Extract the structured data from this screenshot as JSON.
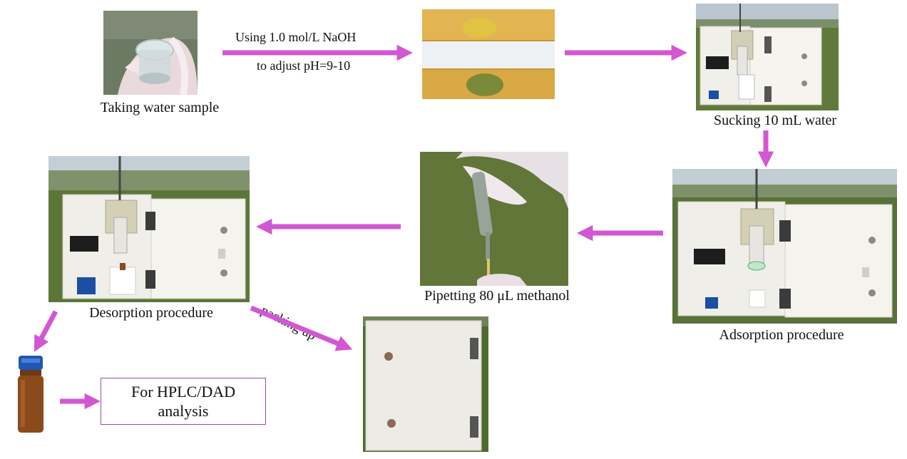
{
  "steps": {
    "taking_water_sample": "Taking water sample",
    "sucking_water": "Sucking 10 mL water",
    "adsorption": "Adsorption procedure",
    "pipetting_methanol": "Pipetting 80 μL methanol",
    "desorption": "Desorption procedure"
  },
  "arrow_notes": {
    "naoh_line1": "Using 1.0 mol/L NaOH",
    "naoh_line2": "to adjust pH=9-10",
    "packing_up": "packing up"
  },
  "final_box": {
    "line1": "For HPLC/DAD",
    "line2": "analysis"
  },
  "colors": {
    "arrow": "#d257d2",
    "box_border": "#9b4a9b"
  }
}
